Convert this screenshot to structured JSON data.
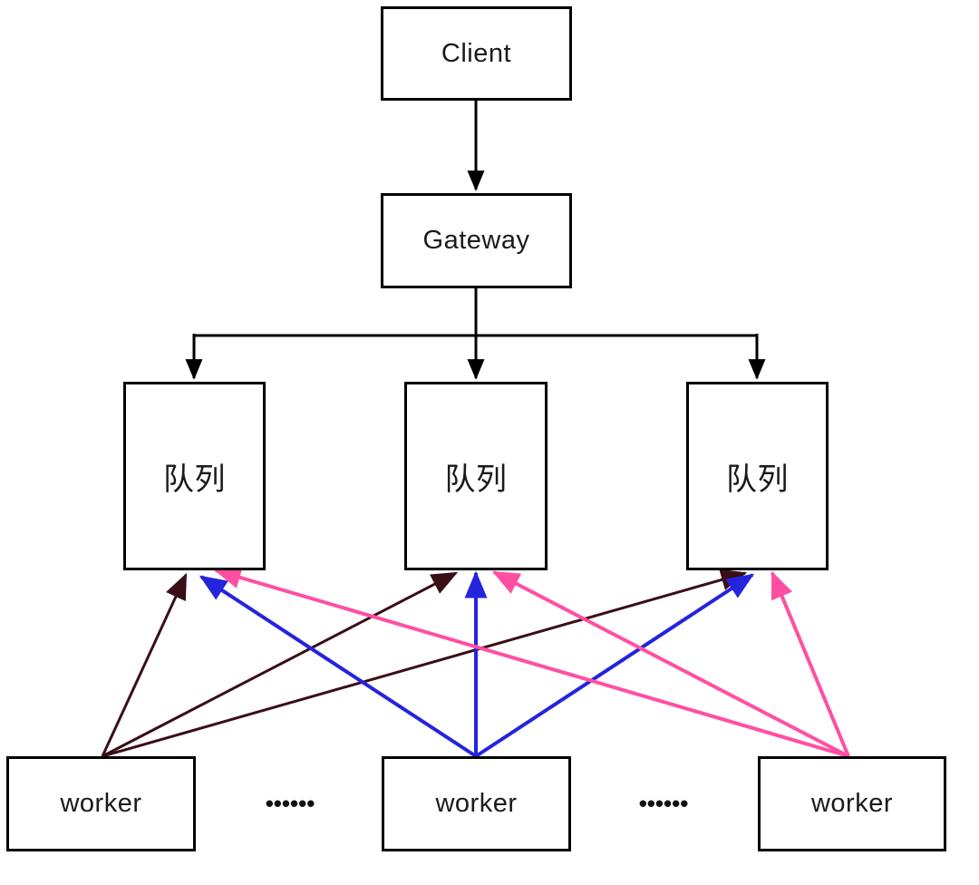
{
  "nodes": {
    "client": {
      "label": "Client"
    },
    "gateway": {
      "label": "Gateway"
    },
    "queues": [
      {
        "label": "队列"
      },
      {
        "label": "队列"
      },
      {
        "label": "队列"
      }
    ],
    "workers": [
      {
        "label": "worker"
      },
      {
        "label": "worker"
      },
      {
        "label": "worker"
      }
    ],
    "ellipsis_left": "••••••",
    "ellipsis_right": "••••••"
  },
  "colors": {
    "black_line": "#000000",
    "worker1_arrows": "#3a0e17",
    "worker2_arrows": "#2424dd",
    "worker3_arrows": "#ff4fa3"
  },
  "edges": [
    {
      "from": "client",
      "to": "gateway",
      "color": "black"
    },
    {
      "from": "gateway",
      "to": "queue-1",
      "color": "black"
    },
    {
      "from": "gateway",
      "to": "queue-2",
      "color": "black"
    },
    {
      "from": "gateway",
      "to": "queue-3",
      "color": "black"
    },
    {
      "from": "worker-1",
      "to": "queue-1",
      "color": "dark-maroon"
    },
    {
      "from": "worker-1",
      "to": "queue-2",
      "color": "dark-maroon"
    },
    {
      "from": "worker-1",
      "to": "queue-3",
      "color": "dark-maroon"
    },
    {
      "from": "worker-2",
      "to": "queue-1",
      "color": "blue"
    },
    {
      "from": "worker-2",
      "to": "queue-2",
      "color": "blue"
    },
    {
      "from": "worker-2",
      "to": "queue-3",
      "color": "blue"
    },
    {
      "from": "worker-3",
      "to": "queue-1",
      "color": "pink"
    },
    {
      "from": "worker-3",
      "to": "queue-2",
      "color": "pink"
    },
    {
      "from": "worker-3",
      "to": "queue-3",
      "color": "pink"
    }
  ]
}
